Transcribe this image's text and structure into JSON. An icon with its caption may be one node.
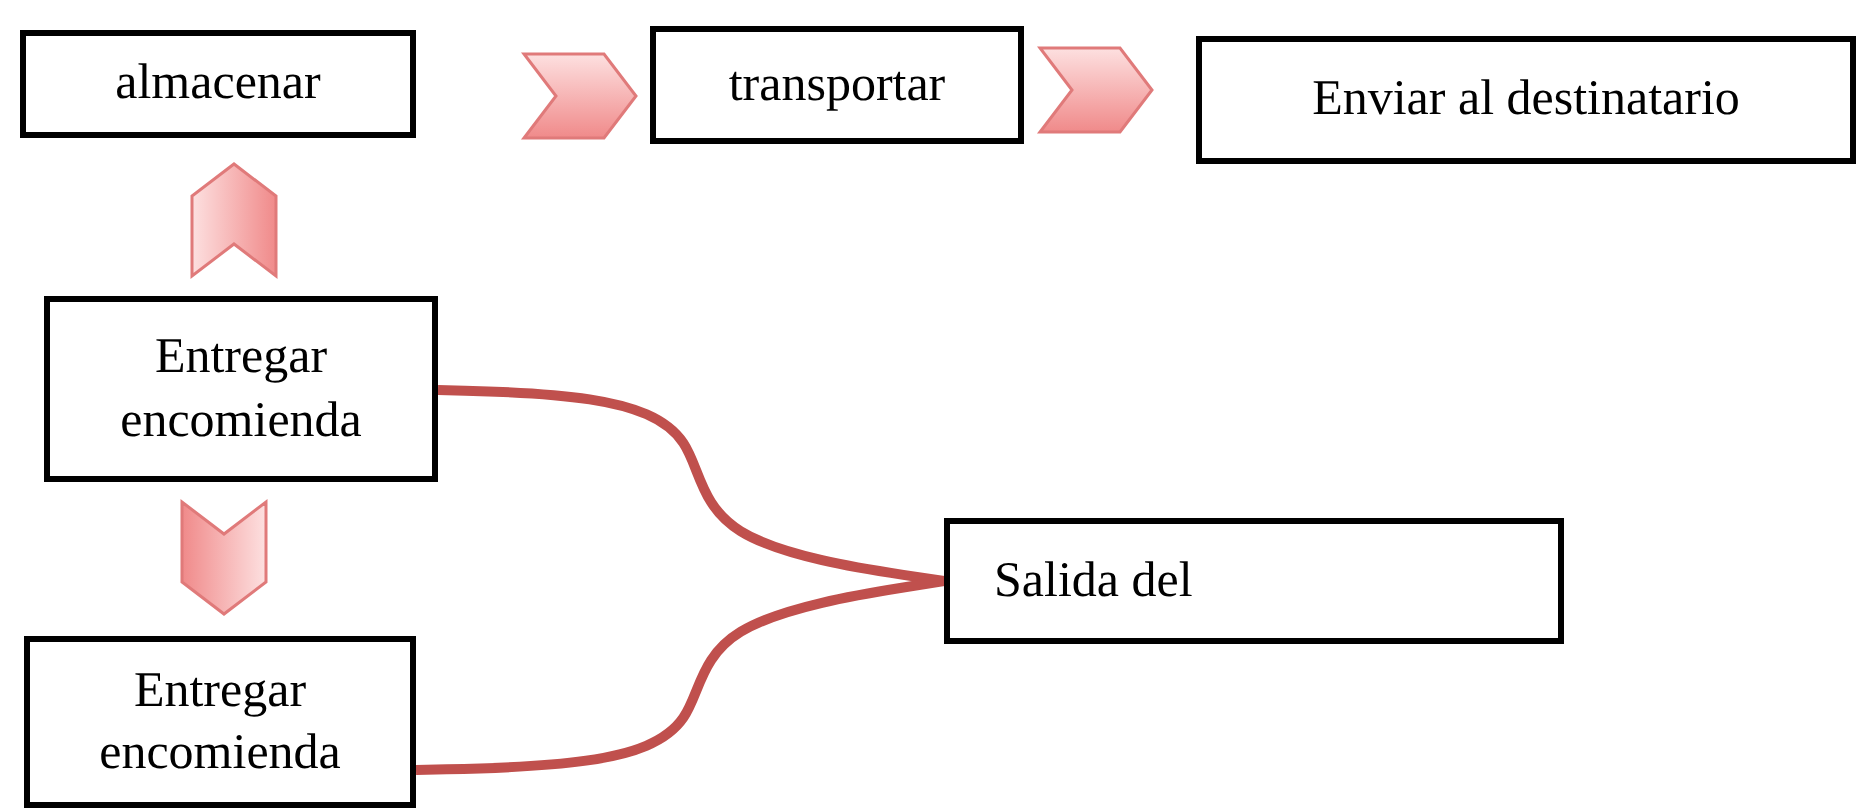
{
  "diagram": {
    "nodes": [
      {
        "text": [
          "almacenar"
        ]
      },
      {
        "text": [
          "transportar"
        ]
      },
      {
        "text": [
          "Enviar al destinatario"
        ]
      },
      {
        "text": [
          "Entregar encomienda"
        ]
      },
      {
        "text": [
          "Entregar encomienda"
        ]
      },
      {
        "text": [
          "Salida del"
        ]
      }
    ],
    "edges": [
      {
        "from": 0,
        "to": 1,
        "arrow": "to"
      },
      {
        "from": 1,
        "to": 2,
        "arrow": "to"
      },
      {
        "from": 3,
        "to": 0,
        "arrow": "to"
      },
      {
        "from": 3,
        "to": 4,
        "arrow": "to"
      },
      {
        "from": 3,
        "to": 5,
        "arrow": "none",
        "color": "#c0504d"
      },
      {
        "from": 4,
        "to": 5,
        "arrow": "none",
        "color": "#c0504d"
      }
    ]
  }
}
